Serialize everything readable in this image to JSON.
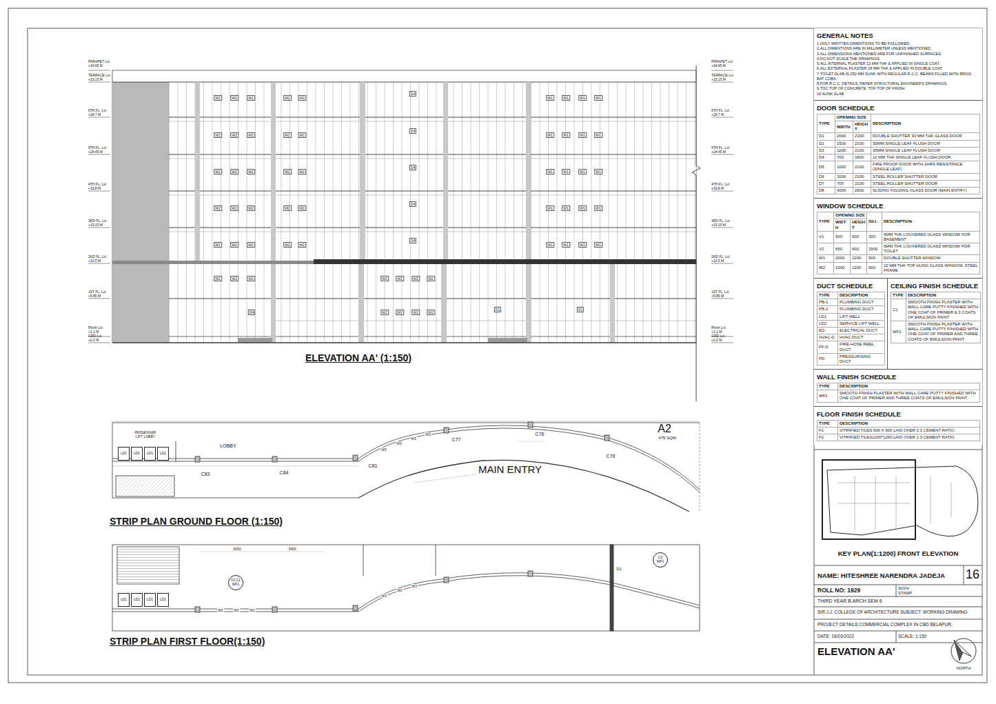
{
  "diagram": {
    "title": "ELEVATION AA'",
    "nodes": [
      {
        "text": [
          "GENERAL NOTES",
          "1.ONLY WRITTEN DIMENTIONS TO BE FOLLOWED.",
          "2.ALL DIMENTIONS ARE IN MILLIMETER UNLESS MENTIONED.",
          "3.ALL DIMENSIONS MENTIONED ARE FOR UNFINISHED SURFACES.",
          "4.DO NOT SCALE THE DRAWINGS.",
          "5.ALL INTERNAL PLASTER 12 MM THK & APPLIED IN SINGLE COAT.",
          "6.ALL EXTERNAL PLASTER 18 MM THK & APPLIED IN DOUBLE COAT.",
          "7.TOILET SLAB IS 250 MM SUNK WITH REGULAR R.C.C. BEAMS,FILLED WITH BRICK BAT COBA.",
          "8.FOR R.C.C. DETAILS, REFER STRUCTURAL ENGINEER'S DRAWINGS.",
          "9.TOC:TOP OF CONCRETE; TOF:TOP OF FINISH",
          "10.SUNK SLAB"
        ]
      },
      {
        "text": [
          "DOOR SCHEDULE",
          "TYPE",
          "OPENING SIZE",
          "DESCRIPTION",
          "WIDTH",
          "HEIGHT",
          "D1",
          "2000",
          "2100",
          "DOUBLE SHUTTER 30 MM THK GLASS DOOR",
          "D2",
          "1500",
          "2100",
          "35MM SINGLE LEAF FLUSH DOOR",
          "D3",
          "1200",
          "2100",
          "35MM SINGLE LEAF FLUSH DOOR",
          "D4",
          "700",
          "1800",
          "12 MM THK SINGLE LEAF FLUSH DOOR",
          "D5",
          "1000",
          "2100",
          "FIRE PROOF DOOR WITH 2HRS RESISTANCE (SINGLE LEAF)",
          "D6",
          "3000",
          "2100",
          "STEEL ROLLER SHUTTER DOOR",
          "D7",
          "700",
          "2100",
          "STEEL ROLLER SHUTTER DOOR",
          "D8",
          "4000",
          "2500",
          "SLIDING FOLDING GLASS DOOR (MAIN ENTRY)"
        ]
      },
      {
        "text": [
          "WINDOW SCHEDULE",
          "TYPE",
          "OPENING SIZE",
          "SILL",
          "DESCRIPTION",
          "WIDTH",
          "HEIGHT",
          "V1",
          "900",
          "600",
          "300",
          "6MM THK LOUVERED GLASS WINDOW FOR BASEMENT",
          "V2",
          "650",
          "600",
          "1500",
          "6MM THK LOUVERED GLASS WINDOW FOR TOILET",
          "W1",
          "2000",
          "1200",
          "900",
          "DOUBLE SHUTTER WINDOW",
          "W2",
          "1000",
          "1200",
          "900",
          "10 MM THK TOP HUNG GLASS WINDOW, STEEL FRAME"
        ]
      },
      {
        "text": [
          "DUCT SCHEDULE",
          "TYPE",
          "DESCRIPTION",
          "PB-1",
          "PLUMBING DUCT",
          "PB-2",
          "PLUMBING DUCT",
          "LD1",
          "LIFT WELL",
          "LD2",
          "SERVICE LIFT WELL",
          "ED",
          "ELECTRICAL DUCT",
          "HVAC-D",
          "HVAC DUCT",
          "FF-D",
          "FIRE-HOSE REEL DUCT",
          "PD",
          "PRESSURISING DUCT"
        ]
      },
      {
        "text": [
          "CEILING FINISH SCHEDULE",
          "TYPE",
          "DESCRIPTION",
          "C1",
          "SMOOTH FINISH PLASTER WITH WALL CARE PUTTY FINISHED WITH ONE COAT OF PRIMER & 3 COATS OF EMULSION PAINT",
          "WF1",
          "SMOOTH FINISH PLASTER WITH WALL CARE PUTTY FINISHED WITH ONE COAT OF PRIMER AND THREE COATS OF EMULSION PAINT."
        ]
      },
      {
        "text": [
          "WALL FINISH SCHEDULE",
          "TYPE",
          "DESCRIPTION",
          "WF1",
          "SMOOTH FINISH PLASTER WITH WALL CARE PUTTY FINISHED WITH ONE COAT OF PRIMER AND THREE COATS OF EMULSION PAINT."
        ]
      },
      {
        "text": [
          "FLOOR FINISH SCHEDULE",
          "TYPE",
          "DESCRIPTION",
          "F1",
          "VITRIFIED TILES 600 X 600 LAID OVER 1:3 CEMENT RATIO.",
          "F2",
          "VITRIFIED TILES1200*1200 LAID OVER 1:3 CEMENT RATIO."
        ]
      },
      {
        "text": [
          "F2 C1",
          "WF1"
        ]
      },
      {
        "text": [
          "C1",
          "WF1"
        ]
      },
      {
        "text": [
          "LD1"
        ]
      },
      {
        "text": [
          "LD1"
        ]
      },
      {
        "text": [
          "LD1"
        ]
      },
      {
        "text": [
          "LD1"
        ]
      },
      {
        "text": [
          "LD1"
        ]
      },
      {
        "text": [
          "LD1"
        ]
      },
      {
        "text": [
          "LD1"
        ]
      },
      {
        "text": [
          "LD1"
        ]
      }
    ],
    "labels": [
      "ELEVATION AA' (1:150)",
      "PARAPET Lvl.",
      "+34.95 M",
      "TERRACE Lvl.",
      "+33.15 M",
      "6TH FL. Lvl.",
      "+28.7 M",
      "5TH FL. Lvl.",
      "+24.45 M",
      "4TH FL. Lvl.",
      "+19.8 M",
      "3RD FL. Lvl.",
      "+15.15 M",
      "2ND FL. Lvl.",
      "+10.5 M",
      "1ST FL. Lvl.",
      "+5.85 M",
      "Plinth Lvl.",
      "+1.2 M",
      "GRD Lvl.",
      "+0.0 M",
      "PARAPET Lvl.",
      "+34.95 M",
      "TERRACE Lvl.",
      "+33.15 M",
      "6TH FL. Lvl.",
      "+28.7 M",
      "5TH FL. Lvl.",
      "+24.45 M",
      "4TH FL. Lvl.",
      "+19.8 M",
      "3RD FL. Lvl.",
      "+15.15 M",
      "2ND FL. Lvl.",
      "+10.5 M",
      "1ST FL. Lvl.",
      "+5.85 M",
      "Plinth Lvl.",
      "+1.2 M",
      "GRD Lvl.",
      "+0.0 M",
      "W2",
      "W2",
      "W2",
      "W2",
      "W2",
      "D4",
      "W1",
      "W1",
      "W1",
      "W1",
      "W2",
      "W2",
      "W2",
      "W2",
      "W2",
      "D4",
      "W1",
      "W1",
      "W1",
      "W1",
      "W2",
      "W2",
      "W2",
      "W2",
      "W2",
      "D4",
      "W1",
      "W1",
      "W1",
      "W1",
      "W2",
      "W2",
      "W2",
      "W2",
      "W2",
      "D4",
      "W1",
      "W1",
      "W1",
      "W1",
      "W2",
      "W2",
      "W2",
      "W2",
      "W2",
      "D4",
      "W1",
      "W1",
      "W1",
      "W1",
      "W2",
      "W2",
      "W2",
      "W2",
      "W2",
      "W2",
      "W2",
      "D4",
      "W2",
      "W2",
      "W2",
      "W2",
      "D1",
      "D1",
      "PASSENGER LIFT LOBBY",
      "LOBBY",
      "C83",
      "C84",
      "C81",
      "C77",
      "C76",
      "C79",
      "MAIN ENTRY",
      "A2",
      "475 SQM",
      "W3",
      "W3",
      "W3",
      "W3",
      "STRIP PLAN GROUND FLOOR (1:150)",
      "8250",
      "3400",
      "W2",
      "W2",
      "W2",
      "W3",
      "W2",
      "W3",
      "D1",
      "STRIP PLAN FIRST FLOOR(1:150)",
      "KEY PLAN(1:1200) FRONT ELEVATION",
      "NAME: HITESHREE NARENDRA JADEJA",
      "16",
      "ROLL NO: 1929",
      "SIGN/ STAMP",
      "THIRD YEAR B.ARCH SEM 6",
      "SIR J.J. COLLEGE OF ARCHITECTURE SUBJECT: WORKING DRAWING",
      "PROJECT DETAILS:COMMERCIAL COMPLEX IN CBD BELAPUR,",
      "DATE: 16/03/2022",
      "SCALE: 1:150",
      "NORTH"
    ]
  }
}
